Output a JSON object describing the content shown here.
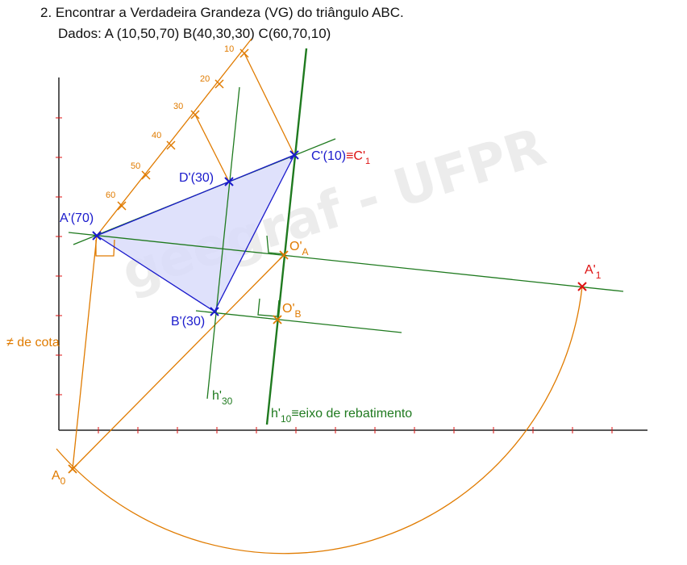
{
  "header": {
    "title": "2. Encontrar a Verdadeira Grandeza (VG) do triângulo ABC.",
    "given": "Dados: A (10,50,70)  B(40,30,30) C(60,70,10)"
  },
  "colors": {
    "orange": "#e07b00",
    "green": "#1f7a1f",
    "blue": "#1a1acc",
    "red": "#dd1111",
    "fill": "#d9dcfa",
    "axis": "#222222"
  },
  "scale_ticks": [
    "10",
    "20",
    "30",
    "40",
    "50",
    "60"
  ],
  "labels": {
    "A": "A'(70)",
    "B": "B'(30)",
    "C": "C'(10)",
    "C_eq": "≡C'",
    "C_sub": "1",
    "D": "D'(30)",
    "OA_main": "O'",
    "OA_sub": "A",
    "OB_main": "O'",
    "OB_sub": "B",
    "A1_main": "A'",
    "A1_sub": "1",
    "A0_main": "A",
    "A0_sub": "0",
    "h30_main": "h'",
    "h30_sub": "30",
    "h10_main": "h'",
    "h10_sub": "10",
    "h10_text": "≡eixo de rebatimento",
    "height_diff": "≠ de cota"
  },
  "watermark": "geegraf - UFPR"
}
